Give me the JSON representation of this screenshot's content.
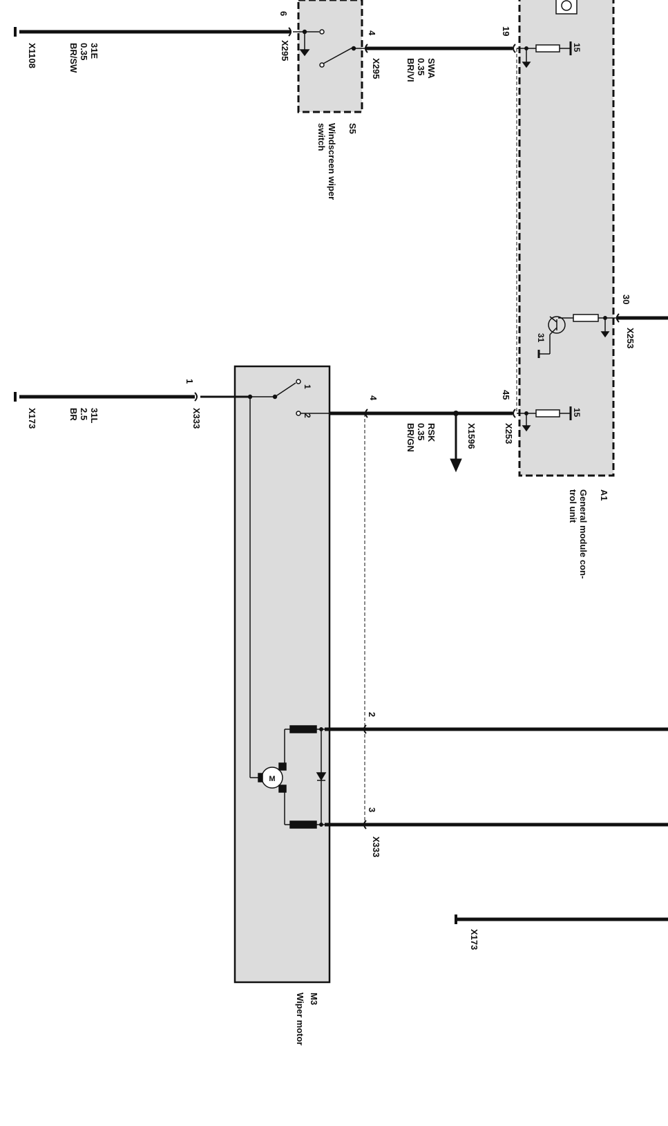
{
  "colors": {
    "wire": "#111111",
    "module_fill": "#dcdcdc",
    "border": "#111111",
    "background": "#ffffff"
  },
  "components": {
    "s5": {
      "ref": "S5",
      "name_line1": "Windscreen wiper",
      "name_line2": "switch"
    },
    "a1": {
      "ref": "A1",
      "name_line1": "General module con-",
      "name_line2": "trol unit",
      "icon": "transistor-symbol-icon"
    },
    "m3": {
      "ref": "M3",
      "name": "Wiper motor",
      "motor_label": "M"
    }
  },
  "connectors": {
    "x1108": "X1108",
    "x295_a": "X295",
    "x295_b": "X295",
    "x253_top": "X253",
    "x253_mid": "X253",
    "x173_a": "X173",
    "x173_b": "X173",
    "x333_a": "X333",
    "x333_b": "X333",
    "x1596": "X1596"
  },
  "pins": {
    "s5_6": "6",
    "s5_4": "4",
    "a1_19": "19",
    "a1_30": "30",
    "a1_45": "45",
    "m3_1": "1",
    "m3_4": "4",
    "m3_2": "2",
    "m3_3": "3",
    "switch_1": "1",
    "switch_2": "2",
    "term15_a": "15",
    "term15_b": "15",
    "term31": "31"
  },
  "wires": {
    "w31e": {
      "line1": "31E",
      "line2": "0.35",
      "line3": "BR/SW"
    },
    "wswa": {
      "line1": "SWA",
      "line2": "0.35",
      "line3": "BR/VI"
    },
    "w31l": {
      "line1": "31L",
      "line2": "2.5",
      "line3": "BR"
    },
    "wrsk": {
      "line1": "RSK",
      "line2": "0.35",
      "line3": "BR/GN"
    }
  }
}
